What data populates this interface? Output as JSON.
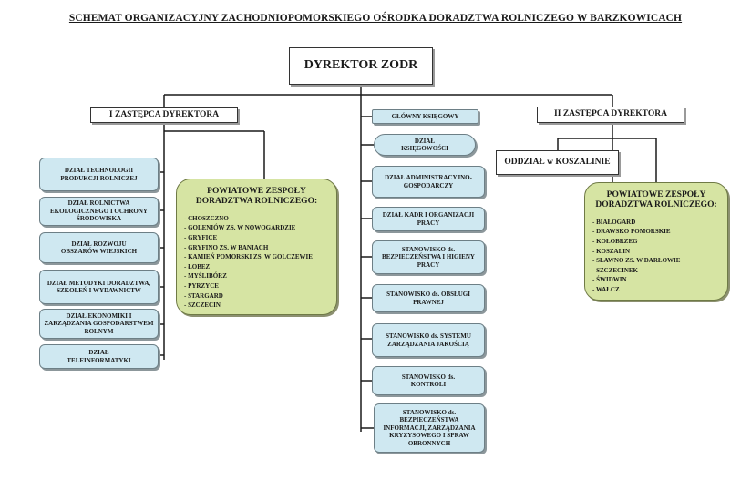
{
  "title": "SCHEMAT ORGANIZACYJNY ZACHODNIOPOMORSKIEGO OŚRODKA DORADZTWA ROLNICZEGO W BARZKOWICACH",
  "director": "DYREKTOR ZODR",
  "deputy_1": {
    "label": "I ZASTĘPCA DYREKTORA",
    "departments": [
      "DZIAŁ TECHNOLOGII PRODUKCJI ROLNICZEJ",
      "DZIAŁ ROLNICTWA EKOLOGICZNEGO I OCHRONY ŚRODOWISKA",
      "DZIAŁ ROZWOJU OBSZARÓW WIEJSKICH",
      "DZIAŁ METODYKI DORADZTWA, SZKOLEŃ I WYDAWNICTW",
      "DZIAŁ EKONOMIKI I ZARZĄDZANIA GOSPODARSTWEM ROLNYM",
      "DZIAŁ TELEINFORMATYKI"
    ],
    "teams": {
      "title": "POWIATOWE ZESPOŁY DORADZTWA ROLNICZEGO:",
      "items": [
        "- CHOSZCZNO",
        "- GOLENIÓW ZS. W NOWOGARDZIE",
        "- GRYFICE",
        "- GRYFINO ZS. W BANIACH",
        "- KAMIEŃ POMORSKI ZS. W GOLCZEWIE",
        "- ŁOBEZ",
        "- MYŚLIBÓRZ",
        "- PYRZYCE",
        "- STARGARD",
        "- SZCZECIN"
      ]
    }
  },
  "center": {
    "chief_accountant": "GŁÓWNY KSIĘGOWY",
    "units": [
      "DZIAŁ KSIĘGOWOŚCI",
      "DZIAŁ ADMINISTRACYJNO-GOSPODARCZY",
      "DZIAŁ KADR I ORGANIZACJI PRACY",
      "STANOWISKO ds. BEZPIECZEŃSTWA I HIGIENY PRACY",
      "STANOWISKO ds. OBSŁUGI PRAWNEJ",
      "STANOWISKO ds. SYSTEMU ZARZĄDZANIA JAKOŚCIĄ",
      "STANOWISKO ds. KONTROLI",
      "STANOWISKO ds. BEZPIECZEŃSTWA INFORMACJI, ZARZĄDZANIA KRYZYSOWEGO I SPRAW OBRONNYCH"
    ]
  },
  "deputy_2": {
    "label": "II ZASTĘPCA DYREKTORA",
    "branch": "ODDZIAŁ w KOSZALINIE",
    "teams": {
      "title": "POWIATOWE ZESPOŁY DORADZTWA ROLNICZEGO:",
      "items": [
        "- BIAŁOGARD",
        "- DRAWSKO POMORSKIE",
        "- KOŁOBRZEG",
        "- KOSZALIN",
        "- SŁAWNO ZS. W DARŁOWIE",
        "- SZCZECINEK",
        "- ŚWIDWIN",
        "- WAŁCZ"
      ]
    }
  }
}
